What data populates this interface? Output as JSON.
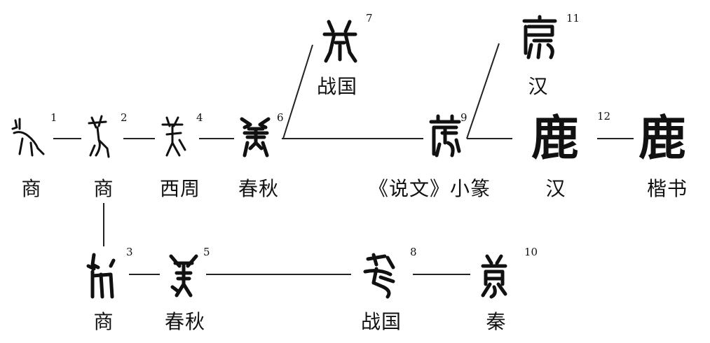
{
  "nodes": [
    {
      "id": "n1",
      "num": "1",
      "label": "商",
      "kind": "deer-sketch",
      "variant": 1
    },
    {
      "id": "n2",
      "num": "2",
      "label": "商",
      "kind": "deer-sketch",
      "variant": 2
    },
    {
      "id": "n4",
      "num": "4",
      "label": "西周",
      "kind": "deer-sketch",
      "variant": 3
    },
    {
      "id": "n6",
      "num": "6",
      "label": "春秋",
      "kind": "deer-sketch",
      "variant": 4
    },
    {
      "id": "n7",
      "num": "7",
      "label": "战国",
      "kind": "deer-sketch",
      "variant": 5
    },
    {
      "id": "n9",
      "num": "9",
      "label": "《说文》小篆",
      "kind": "deer-sketch",
      "variant": 6
    },
    {
      "id": "n11",
      "num": "11",
      "label": "汉",
      "kind": "deer-sketch",
      "variant": 7
    },
    {
      "id": "n12",
      "num": "12",
      "label": "汉",
      "kind": "text-glyph",
      "glyph": "鹿"
    },
    {
      "id": "n13",
      "num": "",
      "label": "楷书",
      "kind": "text-glyph",
      "glyph": "鹿"
    },
    {
      "id": "n3",
      "num": "3",
      "label": "商",
      "kind": "deer-sketch",
      "variant": 8
    },
    {
      "id": "n5",
      "num": "5",
      "label": "春秋",
      "kind": "deer-sketch",
      "variant": 9
    },
    {
      "id": "n8",
      "num": "8",
      "label": "战国",
      "kind": "deer-sketch",
      "variant": 10
    },
    {
      "id": "n10",
      "num": "10",
      "label": "秦",
      "kind": "deer-sketch",
      "variant": 11
    }
  ],
  "edges": [
    [
      "n1",
      "n2"
    ],
    [
      "n2",
      "n4"
    ],
    [
      "n4",
      "n6"
    ],
    [
      "n6",
      "n9"
    ],
    [
      "n9",
      "n12"
    ],
    [
      "n12",
      "n13"
    ],
    [
      "n6",
      "n7"
    ],
    [
      "n9",
      "n11"
    ],
    [
      "n2",
      "n3"
    ],
    [
      "n3",
      "n5"
    ],
    [
      "n5",
      "n8"
    ],
    [
      "n8",
      "n10"
    ]
  ],
  "colors": {
    "ink": "#111111",
    "line": "#222222",
    "background": "#ffffff"
  }
}
